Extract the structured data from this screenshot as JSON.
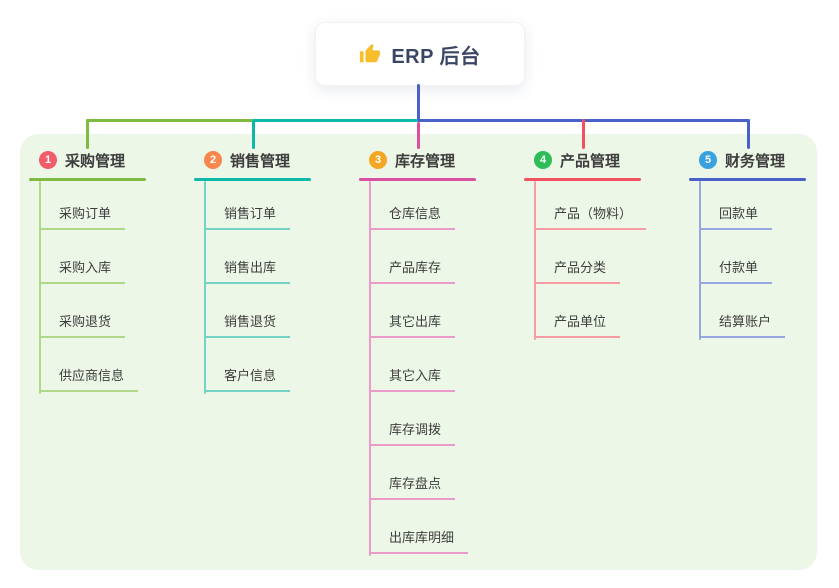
{
  "diagram_type": "mindmap",
  "root": {
    "title": "ERP 后台",
    "icon": "thumbs-up-icon"
  },
  "branches": [
    {
      "badge": "1",
      "label": "采购管理",
      "badge_color": "#F25B68",
      "line_color": "#7EBB40",
      "child_line_color": "#AFD888",
      "children": [
        "采购订单",
        "采购入库",
        "采购退货",
        "供应商信息"
      ]
    },
    {
      "badge": "2",
      "label": "销售管理",
      "badge_color": "#F8864D",
      "line_color": "#0CB9A8",
      "child_line_color": "#74D2C6",
      "children": [
        "销售订单",
        "销售出库",
        "销售退货",
        "客户信息"
      ]
    },
    {
      "badge": "3",
      "label": "库存管理",
      "badge_color": "#F5A623",
      "line_color": "#D8509F",
      "child_line_color": "#EC9BC9",
      "children": [
        "仓库信息",
        "产品库存",
        "其它出库",
        "其它入库",
        "库存调拨",
        "库存盘点",
        "出库库明细"
      ]
    },
    {
      "badge": "4",
      "label": "产品管理",
      "badge_color": "#2EBD59",
      "line_color": "#F2525F",
      "child_line_color": "#F79CA3",
      "children": [
        "产品（物料）",
        "产品分类",
        "产品单位"
      ]
    },
    {
      "badge": "5",
      "label": "财务管理",
      "badge_color": "#38A1DE",
      "line_color": "#4961C8",
      "child_line_color": "#97A8E0",
      "children": [
        "回款单",
        "付款单",
        "结算账户"
      ]
    }
  ],
  "colors": {
    "canvas_bg": "#FFFFFF",
    "panel_bg": "#EDF7E7",
    "root_line": "#4961C8",
    "node_text": "#3D3D3D",
    "root_text": "#3A4664",
    "thumb_icon": "#F6BE2C"
  }
}
